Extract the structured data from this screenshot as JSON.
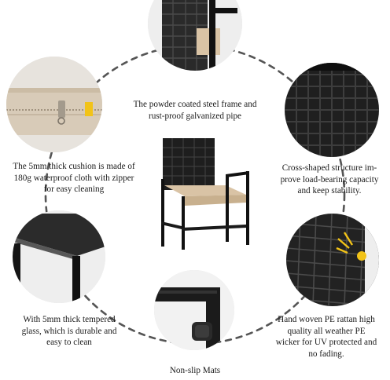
{
  "features": {
    "frame": {
      "icon": "steel-frame-photo",
      "lines": [
        "The powder coated steel frame and",
        "rust-proof galvanized pipe"
      ]
    },
    "cushion": {
      "icon": "cushion-zipper-photo",
      "lines": [
        "The 5mm thick cushion is made of",
        "180g waterproof cloth with zipper",
        "for easy cleaning"
      ]
    },
    "structure": {
      "icon": "cross-weave-structure-photo",
      "lines": [
        "Cross-shaped structure im-",
        "prove load-bearing capacity",
        "and keep stability."
      ]
    },
    "glass": {
      "icon": "tempered-glass-photo",
      "lines": [
        "With 5mm thick tempered",
        "glass, which is durable and",
        "easy to clean"
      ]
    },
    "rattan": {
      "icon": "hand-woven-rattan-photo",
      "lines": [
        "Hand woven PE rattan high",
        "quality all weather PE",
        "wicker for UV protected and",
        "no fading."
      ]
    },
    "mats": {
      "icon": "non-slip-mat-photo",
      "lines": [
        "Non-slip Mats"
      ]
    }
  },
  "product": {
    "icon": "rattan-chair-photo"
  },
  "colors": {
    "cushion_beige": "#d9c3a5",
    "frame_black": "#1c1c1c",
    "dotted_ring": "#555555",
    "accent_yellow": "#f2c318"
  }
}
